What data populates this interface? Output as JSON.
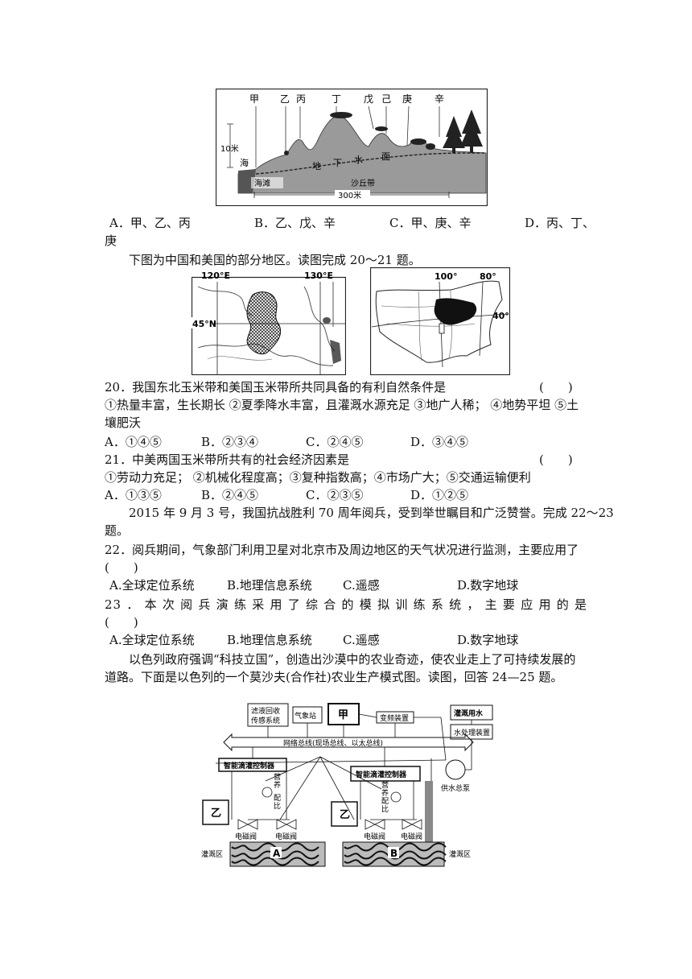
{
  "fig_terrain": {
    "labels": [
      "甲",
      "乙",
      "丙",
      "丁",
      "戊",
      "己",
      "庚",
      "辛"
    ],
    "height_label": "10米",
    "sea": "海",
    "groundwater": [
      "地",
      "下",
      "水",
      "面"
    ],
    "beach": "海滩",
    "dune_belt": "沙丘带",
    "distance": "300米"
  },
  "q19_options": [
    "A．甲、乙、丙",
    "B．乙、戊、辛",
    "C．甲、庚、辛",
    "D．丙、丁、"
  ],
  "q19_wrap": "庚",
  "intro_20_21": "下图为中国和美国的部分地区。读图完成 20～21 题。",
  "map_china": {
    "lon1": "120°E",
    "lon2": "130°E",
    "lat": "45°N"
  },
  "map_usa": {
    "lon1": "100°",
    "lon2": "80°",
    "lat": "40°"
  },
  "q20": {
    "stem": "20．我国东北玉米带和美国玉米带所共同具备的有利自然条件是",
    "bracket": "(　　)",
    "line2": "①热量丰富，生长期长 ②夏季降水丰富，且灌溉水源充足 ③地广人稀； ④地势平坦 ⑤土",
    "line3": "壤肥沃",
    "options": [
      "A．①④⑤",
      "B．②③④",
      "C．②④⑤",
      "D．③④⑤"
    ]
  },
  "q21": {
    "stem": "21．中美两国玉米带所共有的社会经济因素是",
    "bracket": "(　　)",
    "line2": "①劳动力充足； ②机械化程度高；③复种指数高；④市场广大；⑤交通运输便利",
    "options": [
      "A．①③⑤",
      "B．②④⑤",
      "C．②③⑤",
      "D．①②⑤"
    ]
  },
  "intro_22_23": {
    "line1": "2015 年 9 月 3 号，我国抗战胜利 70 周年阅兵，受到举世瞩目和广泛赞誉。完成 22～23",
    "line2": "题。"
  },
  "q22": {
    "stem": "22．阅兵期间，气象部门利用卫星对北京市及周边地区的天气状况进行监测，主要应用了",
    "bracket": "(　　)",
    "options": [
      "A.全球定位系统",
      "B.地理信息系统",
      "C.遥感",
      "D.数字地球"
    ]
  },
  "q23": {
    "stem": "23．本次阅兵演练采用了综合的模拟训练系统，主要应用的是",
    "bracket": "(　　)",
    "options": [
      "A.全球定位系统",
      "B.地理信息系统",
      "C.遥感",
      "D.数字地球"
    ]
  },
  "intro_24_25": {
    "line1": "以色列政府强调“科技立国”，创造出沙漠中的农业奇迹，使农业走上了可持续发展的",
    "line2": "道路。下面是以色列的一个莫沙夫(合作社)农业生产模式图。读图，回答 24—25 题。"
  },
  "fig_irrigation": {
    "recycle": [
      "滤液回收",
      "传感系统"
    ],
    "weather_station": "气象站",
    "jia": "甲",
    "inverter": "变频装置",
    "irrigation_water": "灌溉用水",
    "water_treatment": "水处理装置",
    "bus": "网络总线(现场总线、以太总线)",
    "controller": "智能滴灌控制器",
    "nutrient": [
      "营",
      "养",
      "配",
      "比"
    ],
    "yi": "乙",
    "valve": "电磁阀",
    "pump": "供水总泵",
    "area": "灌溉区",
    "zoneA": "A",
    "zoneB": "B"
  }
}
